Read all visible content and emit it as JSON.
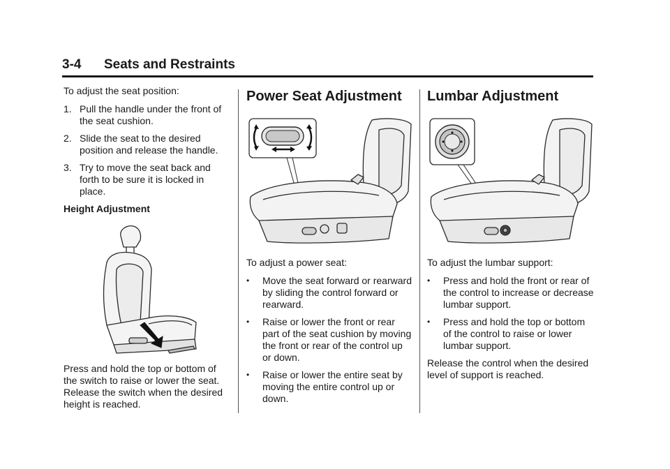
{
  "header": {
    "section_number": "3-4",
    "section_title": "Seats and Restraints"
  },
  "col1": {
    "intro": "To adjust the seat position:",
    "steps": [
      {
        "n": "1.",
        "text": "Pull the handle under the front of the seat cushion."
      },
      {
        "n": "2.",
        "text": "Slide the seat to the desired position and release the handle."
      },
      {
        "n": "3.",
        "text": "Try to move the seat back and forth to be sure it is locked in place."
      }
    ],
    "subheading": "Height Adjustment",
    "height_text": "Press and hold the top or bottom of the switch to raise or lower the seat. Release the switch when the desired height is reached."
  },
  "col2": {
    "heading": "Power Seat Adjustment",
    "intro": "To adjust a power seat:",
    "bullets": [
      "Move the seat forward or rearward by sliding the control forward or rearward.",
      "Raise or lower the front or rear part of the seat cushion by moving the front or rear of the control up or down.",
      "Raise or lower the entire seat by moving the entire control up or down."
    ]
  },
  "col3": {
    "heading": "Lumbar Adjustment",
    "intro": "To adjust the lumbar support:",
    "bullets": [
      "Press and hold the front or rear of the control to increase or decrease lumbar support.",
      "Press and hold the top or bottom of the control to raise or lower lumbar support."
    ],
    "outro": "Release the control when the desired level of support is reached."
  },
  "bullet_glyph": "•"
}
